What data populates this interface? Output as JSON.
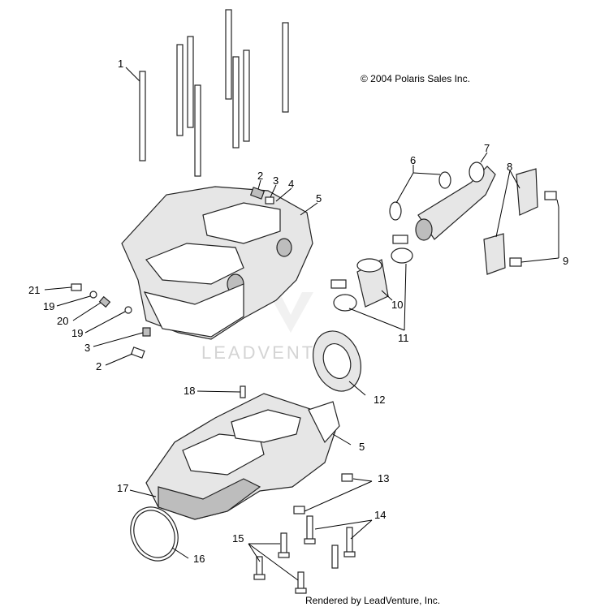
{
  "copyright": "© 2004 Polaris Sales Inc.",
  "watermark": "LEADVENTURE",
  "footer": "Rendered by LeadVenture, Inc.",
  "callouts": {
    "c1": "1",
    "c2a": "2",
    "c3a": "3",
    "c4": "4",
    "c5a": "5",
    "c6": "6",
    "c7": "7",
    "c8": "8",
    "c9": "9",
    "c10": "10",
    "c11": "11",
    "c12": "12",
    "c13": "13",
    "c14": "14",
    "c15": "15",
    "c16": "16",
    "c17": "17",
    "c18": "18",
    "c19a": "19",
    "c19b": "19",
    "c20": "20",
    "c21": "21",
    "c3b": "3",
    "c2b": "2",
    "c5b": "5"
  }
}
